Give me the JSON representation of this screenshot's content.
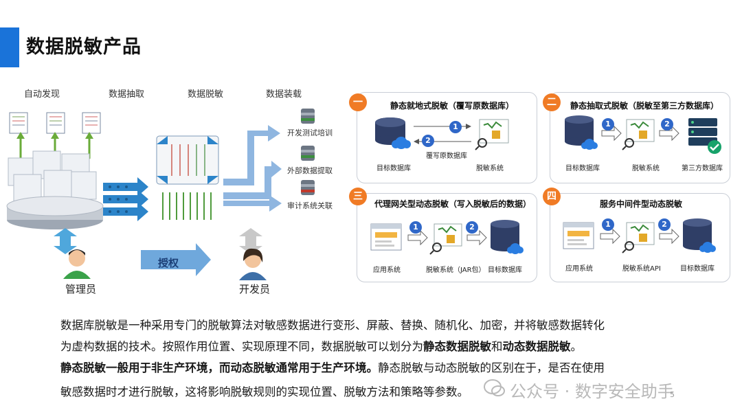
{
  "title": "数据脱敏产品",
  "flow": {
    "steps": [
      "自动发现",
      "数据抽取",
      "数据脱敏",
      "数据装载"
    ],
    "targets": [
      "开发测试培训",
      "外部数据提取",
      "审计系统关联"
    ],
    "admin_label": "管理员",
    "auth_label": "授权",
    "dev_label": "开发员"
  },
  "cards": [
    {
      "badge": "一",
      "title": "静态就地式脱敏（覆写原数据库）",
      "arrow_label": "覆写原数据库",
      "labels": [
        "目标数据库",
        "脱敏系统"
      ],
      "steps": [
        "1",
        "2"
      ]
    },
    {
      "badge": "二",
      "title": "静态抽取式脱敏（脱敏至第三方数据库）",
      "labels": [
        "目标数据库",
        "脱敏系统",
        "第三方数据库"
      ],
      "steps": [
        "1",
        "2"
      ]
    },
    {
      "badge": "三",
      "title": "代理网关型动态脱敏（写入脱敏后的数据）",
      "labels": [
        "应用系统",
        "脱敏系统（JAR包）",
        "目标数据库"
      ],
      "steps": [
        "1",
        "2"
      ]
    },
    {
      "badge": "四",
      "title": "服务中间件型动态脱敏",
      "labels": [
        "应用系统",
        "脱敏系统API",
        "目标数据库"
      ],
      "steps": [
        "1",
        "2"
      ]
    }
  ],
  "paragraph": {
    "line1": "数据库脱敏是一种采用专门的脱敏算法对敏感数据进行变形、屏蔽、替换、随机化、加密，并将敏感数据转化",
    "line2_a": "为虚构数据的技术。按照作用位置、实现原理不同，数据脱敏可以划分为",
    "line2_b": "静态数据脱敏",
    "line2_c": "和",
    "line2_d": "动态数据脱敏",
    "line2_e": "。",
    "line3_a": "静态脱敏一般用于非生产环境，而动态脱敏通常用于生产环境。",
    "line3_b": "静态脱敏与动态脱敏的区别在于，是否在使用",
    "line4": "敏感数据时才进行脱敏，这将影响脱敏规则的实现位置、脱敏方法和策略等参数。"
  },
  "watermark": "公众号 · 数字安全助手",
  "page_number": "5",
  "colors": {
    "accent": "#1a73d9",
    "badge": "#f07b25",
    "step": "#2f67c8",
    "db": "#2f3e66",
    "cloud": "#2a7de1"
  }
}
